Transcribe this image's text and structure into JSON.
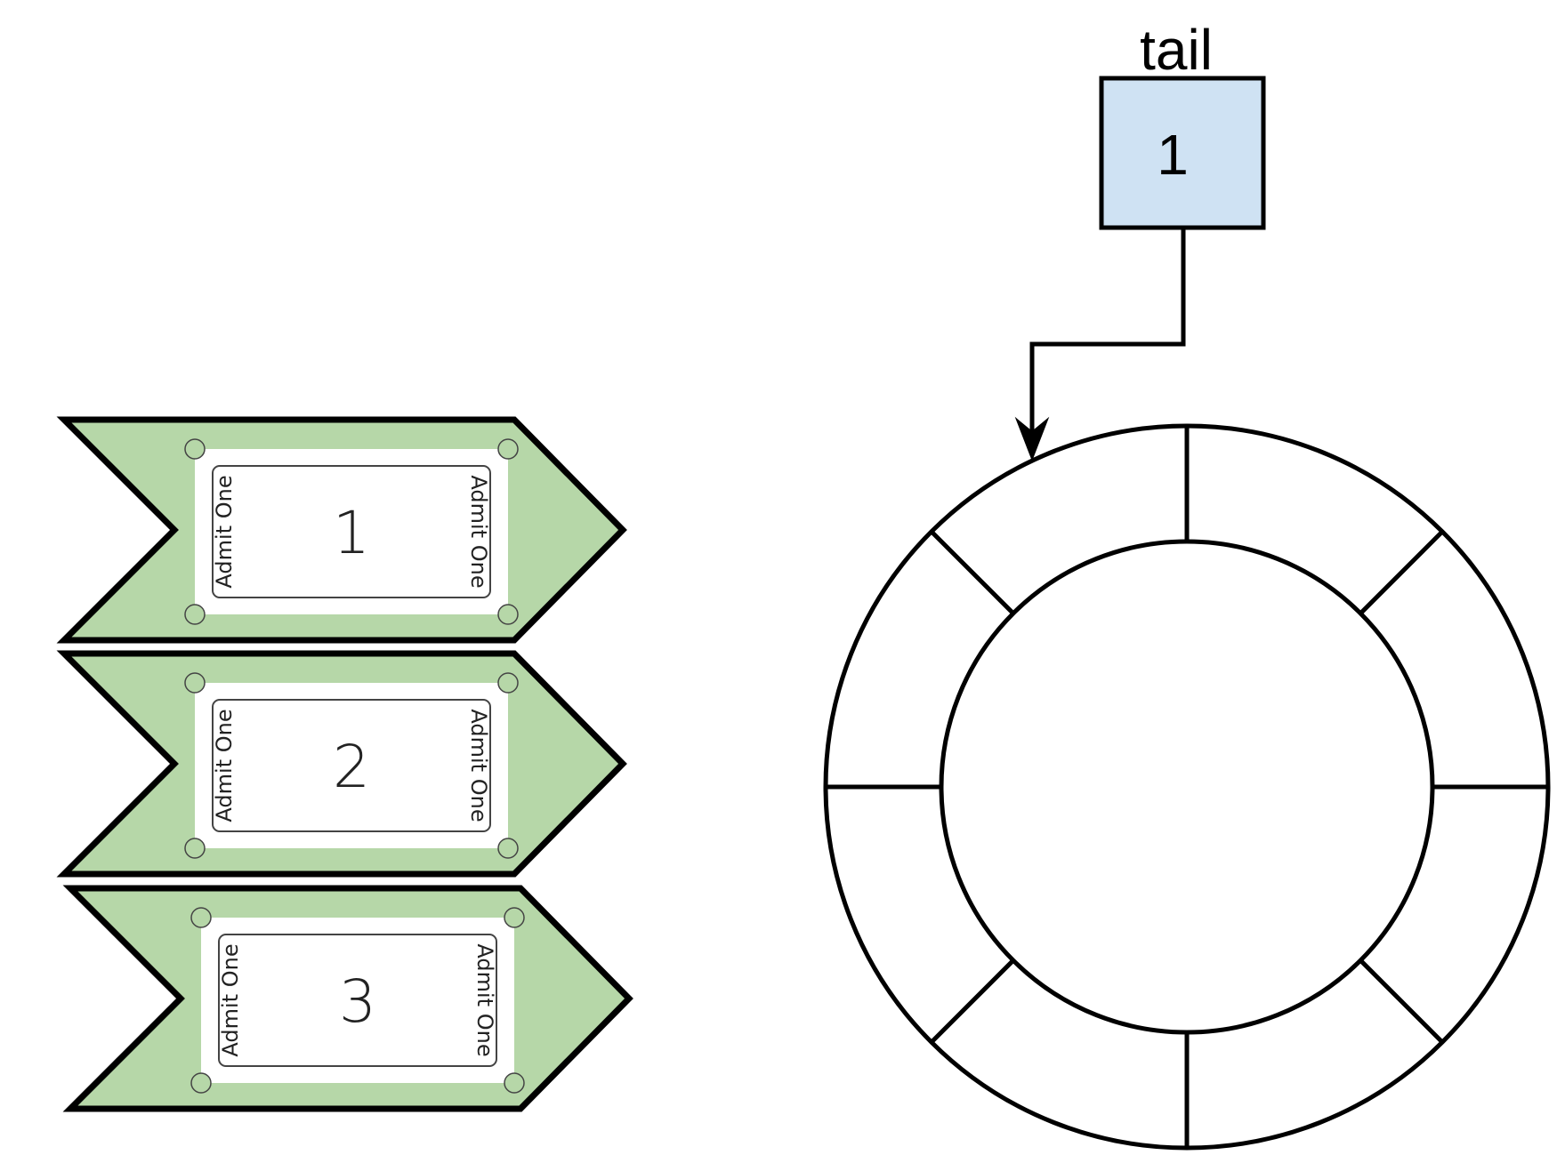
{
  "tail": {
    "label": "tail",
    "value": "1"
  },
  "tickets": [
    {
      "number": "1",
      "left_text": "Admit One",
      "right_text": "Admit One"
    },
    {
      "number": "2",
      "left_text": "Admit One",
      "right_text": "Admit One"
    },
    {
      "number": "3",
      "left_text": "Admit One",
      "right_text": "Admit One"
    }
  ],
  "ring_buffer": {
    "slot_count": 8
  },
  "colors": {
    "chevron_fill": "#b6d7a8",
    "tail_box_fill": "#cfe2f3",
    "stroke": "#000000",
    "ticket_fill": "#ffffff",
    "ticket_border": "#444444"
  }
}
